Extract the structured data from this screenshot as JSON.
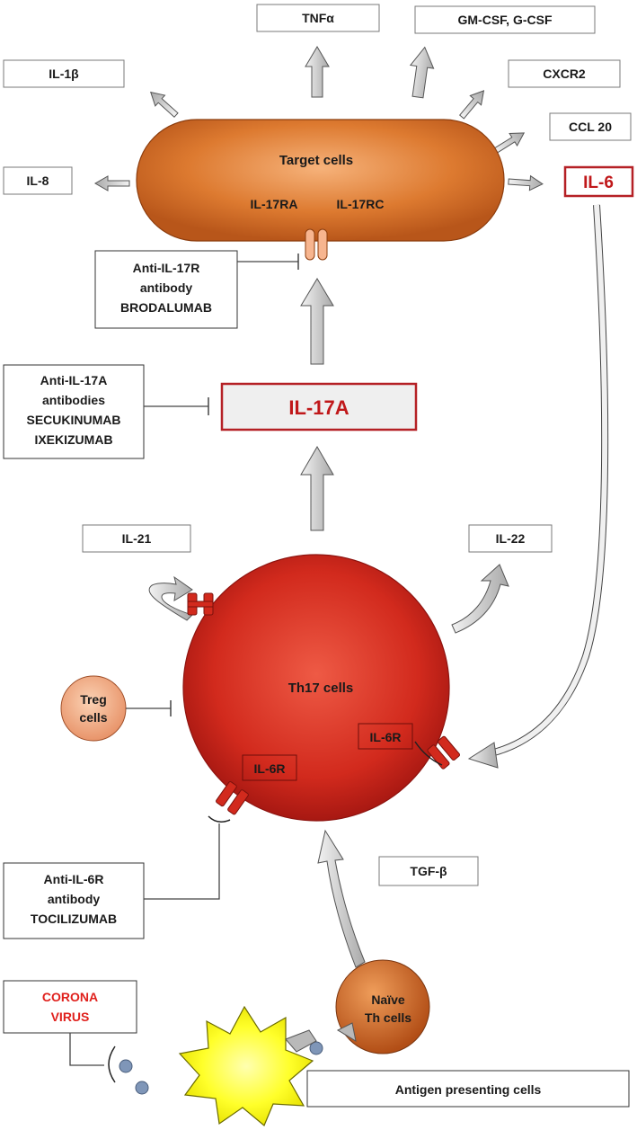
{
  "cytokines": {
    "tnf": "TNFα",
    "gmcsf": "GM-CSF, G-CSF",
    "il1b": "IL-1β",
    "cxcr2": "CXCR2",
    "ccl20": "CCL 20",
    "il8": "IL-8",
    "il6": "IL-6"
  },
  "target_cells": {
    "title": "Target cells",
    "receptor_a": "IL-17RA",
    "receptor_c": "IL-17RC"
  },
  "anti_il17r": [
    "Anti-IL-17R",
    "antibody",
    "BRODALUMAB"
  ],
  "anti_il17a": [
    "Anti-IL-17A",
    "antibodies",
    "SECUKINUMAB",
    "IXEKIZUMAB"
  ],
  "il17a": "IL-17A",
  "il21": "IL-21",
  "il22": "IL-22",
  "th17": {
    "title": "Th17 cells",
    "il6r_right": "IL-6R",
    "il6r_left": "IL-6R"
  },
  "treg": [
    "Treg",
    "cells"
  ],
  "anti_il6r": [
    "Anti-IL-6R",
    "antibody",
    "TOCILIZUMAB"
  ],
  "tgfb": "TGF-β",
  "naive": [
    "Naïve",
    "Th cells"
  ],
  "virus": [
    "CORONA",
    "VIRUS"
  ],
  "apc": "Antigen presenting cells"
}
